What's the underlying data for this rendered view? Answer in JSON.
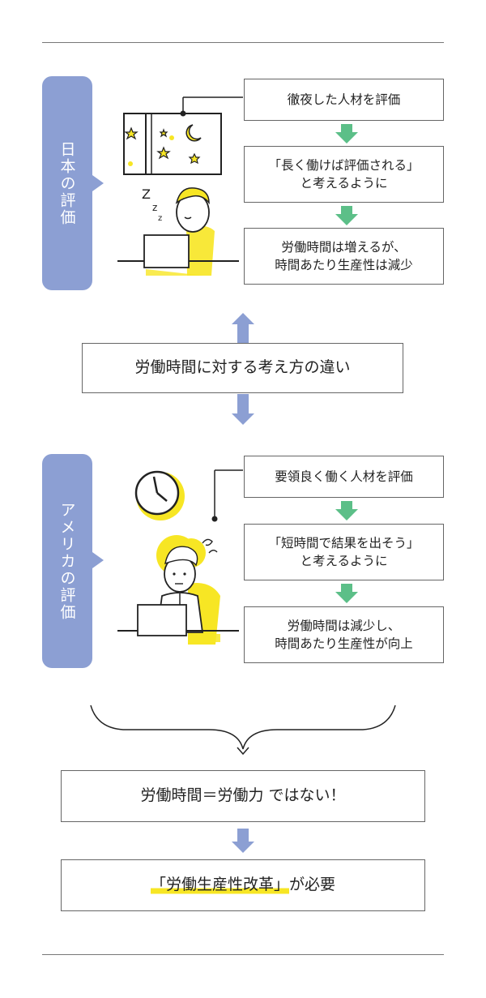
{
  "japan": {
    "tag": "日本の評価",
    "steps": [
      "徹夜した人材を評価",
      "「長く働けば評価される」\nと考えるように",
      "労働時間は増えるが、\n時間あたり生産性は減少"
    ],
    "illustration": "sleeping-worker-at-night"
  },
  "center": {
    "label": "労働時間に対する考え方の違い"
  },
  "america": {
    "tag": "アメリカの評価",
    "steps": [
      "要領良く働く人材を評価",
      "「短時間で結果を出そう」\nと考えるように",
      "労働時間は減少し、\n時間あたり生産性が向上"
    ],
    "illustration": "focused-worker-with-clock"
  },
  "conclusion": {
    "line1": "労働時間＝労働力 ではない！",
    "line2_highlight": "「労働生産性改革」",
    "line2_rest": "が必要"
  },
  "colors": {
    "tag_blue": "#8c9fd3",
    "arrow_green": "#5cbf88",
    "arrow_blue": "#8c9fd3",
    "accent_yellow": "#f7e624"
  }
}
